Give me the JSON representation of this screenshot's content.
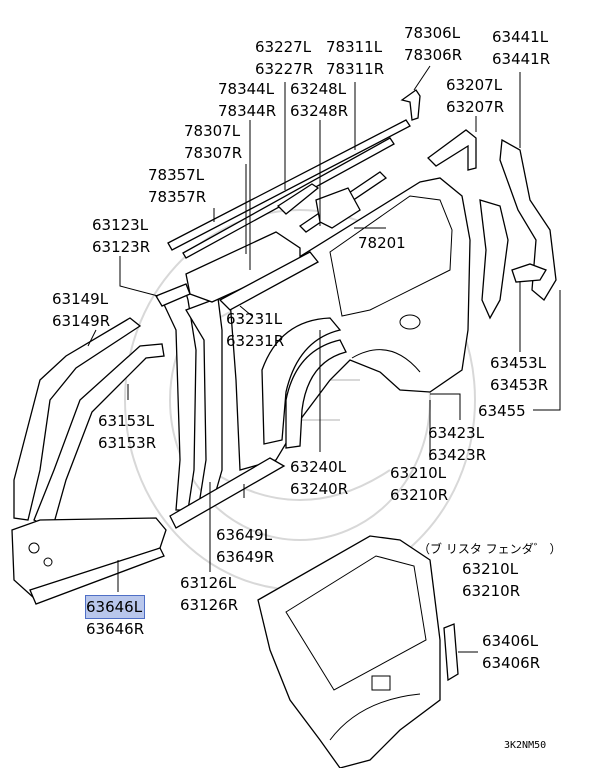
{
  "labels": {
    "p63227": [
      "63227L",
      "63227R"
    ],
    "p78311": [
      "78311L",
      "78311R"
    ],
    "p78306": [
      "78306L",
      "78306R"
    ],
    "p63441": [
      "63441L",
      "63441R"
    ],
    "p78344": [
      "78344L",
      "78344R"
    ],
    "p63248": [
      "63248L",
      "63248R"
    ],
    "p63207": [
      "63207L",
      "63207R"
    ],
    "p78307": [
      "78307L",
      "78307R"
    ],
    "p78357": [
      "78357L",
      "78357R"
    ],
    "p63123": [
      "63123L",
      "63123R"
    ],
    "p78201": [
      "78201"
    ],
    "p63149": [
      "63149L",
      "63149R"
    ],
    "p63231": [
      "63231L",
      "63231R"
    ],
    "p63453": [
      "63453L",
      "63453R"
    ],
    "p63455": [
      "63455"
    ],
    "p63153": [
      "63153L",
      "63153R"
    ],
    "p63423": [
      "63423L",
      "63423R"
    ],
    "p63240": [
      "63240L",
      "63240R"
    ],
    "p63210a": [
      "63210L",
      "63210R"
    ],
    "p63649": [
      "63649L",
      "63649R"
    ],
    "p63210b": [
      "63210L",
      "63210R"
    ],
    "p63646": [
      "63646L",
      "63646R"
    ],
    "p63126": [
      "63126L",
      "63126R"
    ],
    "p63406": [
      "63406L",
      "63406R"
    ]
  },
  "fender_note": "（ブ リスタ  フェンダ゛ ）",
  "diagram_code": "3K2NM50",
  "highlight_color": "#b9c7ec"
}
